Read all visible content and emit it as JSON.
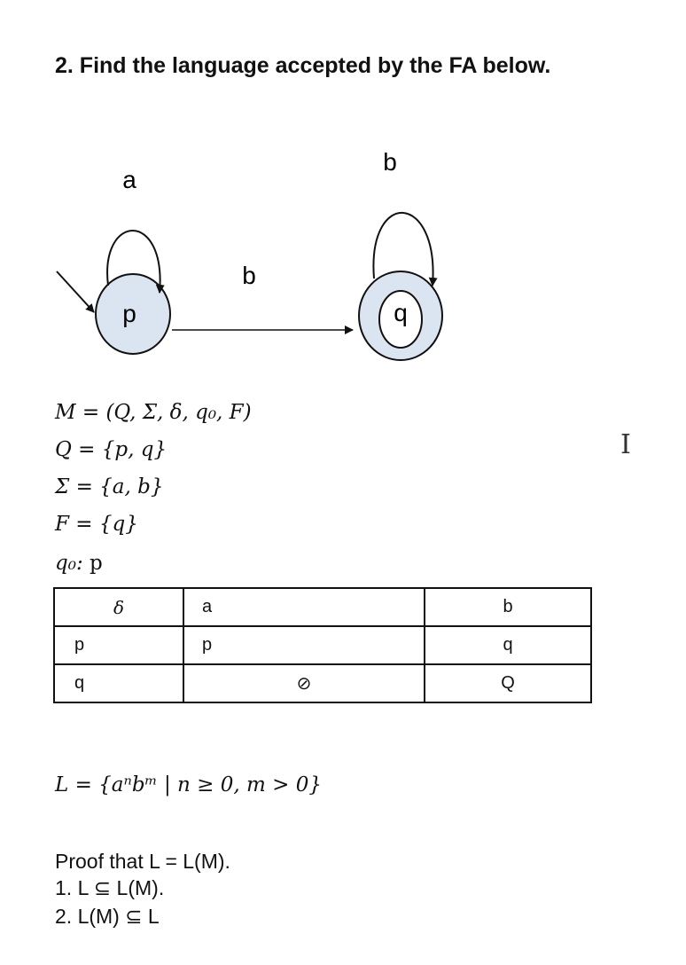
{
  "title": "2. Find the language accepted by the FA below.",
  "diagram": {
    "states": [
      {
        "label": "p",
        "start": true,
        "accepting": false
      },
      {
        "label": "q",
        "start": false,
        "accepting": true
      }
    ],
    "loop_labels": {
      "p": "a",
      "q": "b"
    },
    "edge_label": "b",
    "colors": {
      "state_fill": "#dbe5f1",
      "stroke": "#111111"
    }
  },
  "definitions": {
    "m": "M = (Q, Σ, δ, q₀, F)",
    "q": "Q = {p, q}",
    "sigma": "Σ = {a, b}",
    "f": "F = {q}",
    "q0_label": "q₀:",
    "q0_value": "p"
  },
  "table": {
    "header": [
      "δ",
      "a",
      "b"
    ],
    "rows": [
      [
        "p",
        "p",
        "q"
      ],
      [
        "q",
        "⊘",
        "Q"
      ]
    ]
  },
  "language": "L = {aⁿbᵐ | n ≥ 0, m > 0}",
  "proof": {
    "heading": "Proof that L = L(M).",
    "step1": "1. L ⊆ L(M).",
    "step2": "2. L(M) ⊆ L"
  },
  "cursor_glyph": "I"
}
